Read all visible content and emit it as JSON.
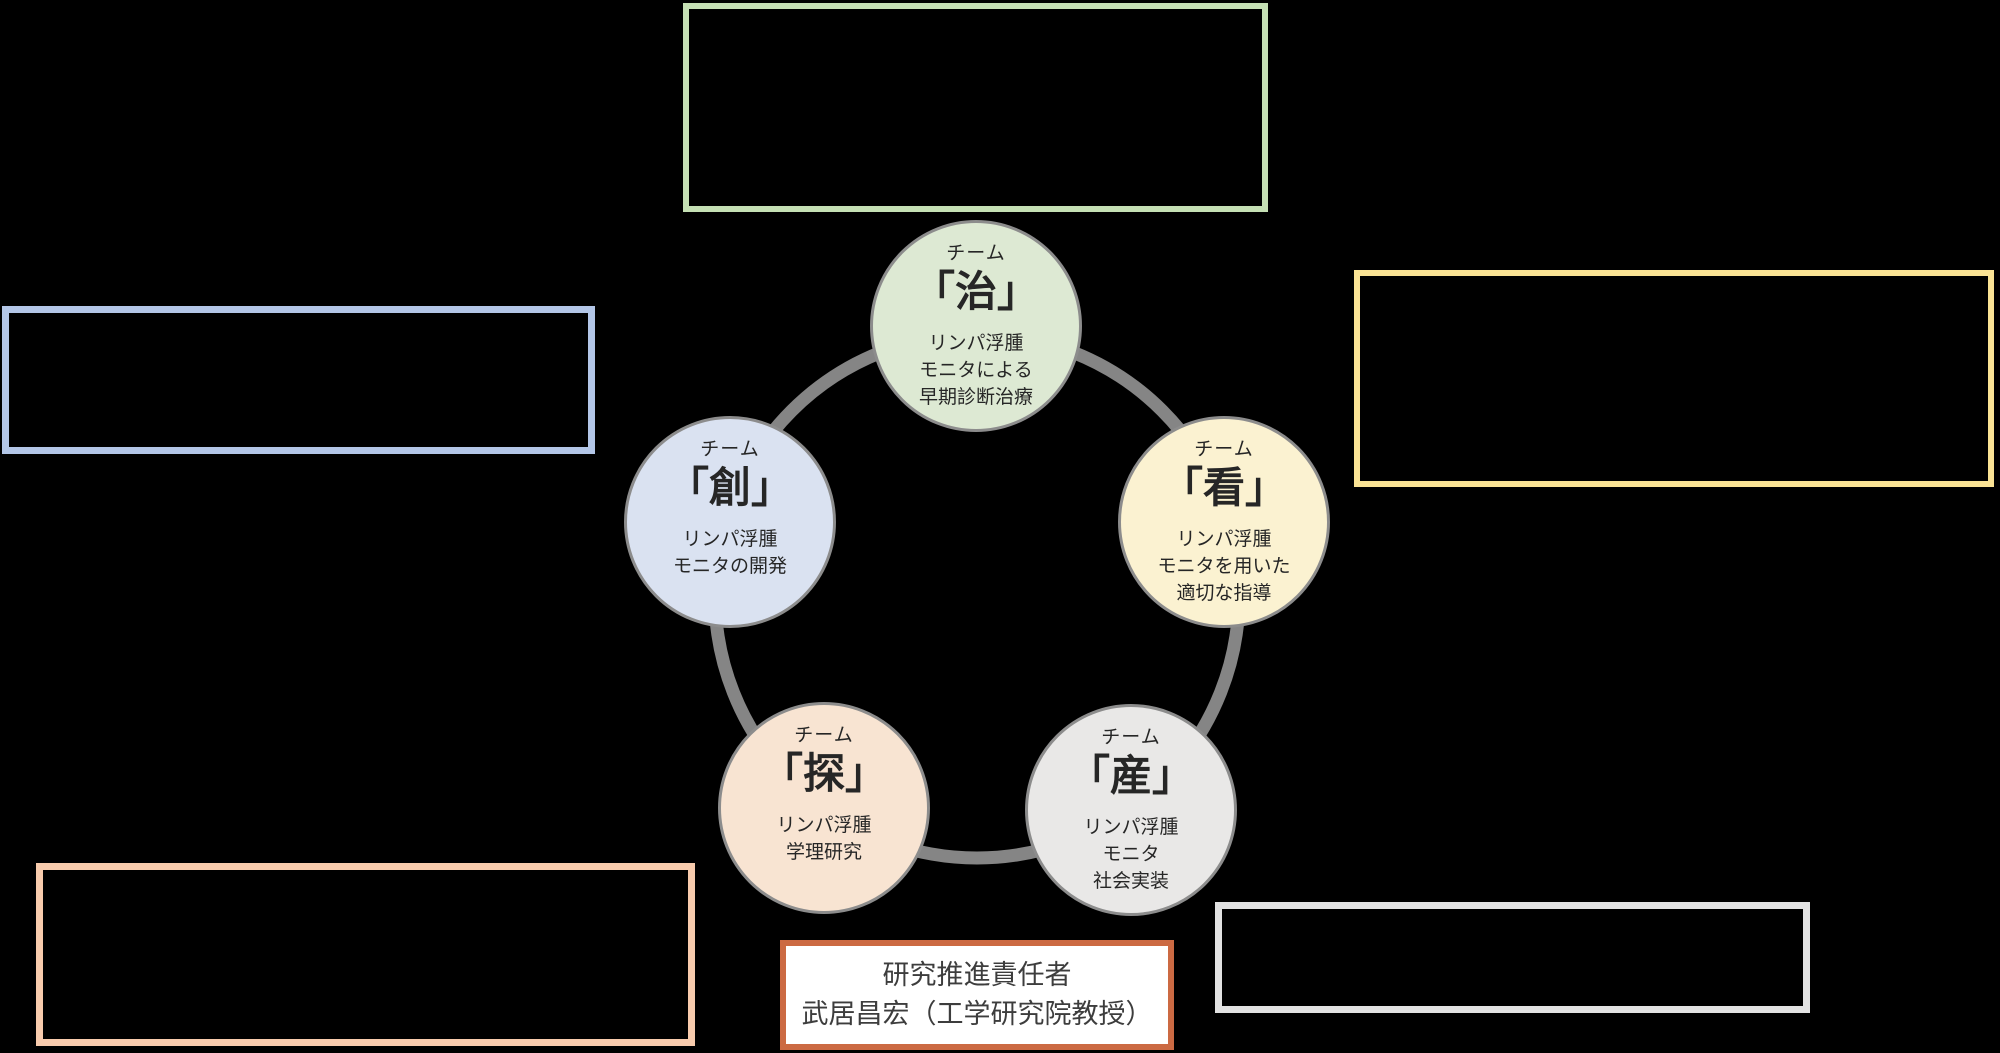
{
  "background_color": "#000000",
  "ring": {
    "color": "#858585"
  },
  "teams": [
    {
      "label": "チーム",
      "kanji": "「治」",
      "desc": [
        "リンパ浮腫",
        "モニタによる",
        "早期診断治療"
      ],
      "fill": "#dde9d3",
      "border": "#8c8c8c"
    },
    {
      "label": "チーム",
      "kanji": "「看」",
      "desc": [
        "リンパ浮腫",
        "モニタを用いた",
        "適切な指導"
      ],
      "fill": "#fbf2d1",
      "border": "#8c8c8c"
    },
    {
      "label": "チーム",
      "kanji": "「産」",
      "desc": [
        "リンパ浮腫",
        "モニタ",
        "社会実装"
      ],
      "fill": "#e9e8e7",
      "border": "#8c8c8c"
    },
    {
      "label": "チーム",
      "kanji": "「探」",
      "desc": [
        "リンパ浮腫",
        "学理研究"
      ],
      "fill": "#f8e4d2",
      "border": "#8c8c8c"
    },
    {
      "label": "チーム",
      "kanji": "「創」",
      "desc": [
        "リンパ浮腫",
        "モニタの開発"
      ],
      "fill": "#dae2f1",
      "border": "#8c8c8c"
    }
  ],
  "callout_boxes": [
    {
      "id": "green",
      "border_color": "#c5e0b4"
    },
    {
      "id": "blue",
      "border_color": "#b3c6e7"
    },
    {
      "id": "yellow",
      "border_color": "#fae394"
    },
    {
      "id": "orange",
      "border_color": "#f8cbad"
    },
    {
      "id": "gray",
      "border_color": "#e2e2e2"
    }
  ],
  "leader_box": {
    "border_color": "#cc6a43",
    "fill": "#ffffff",
    "lines": [
      "研究推進責任者",
      "武居昌宏（工学研究院教授）"
    ]
  }
}
